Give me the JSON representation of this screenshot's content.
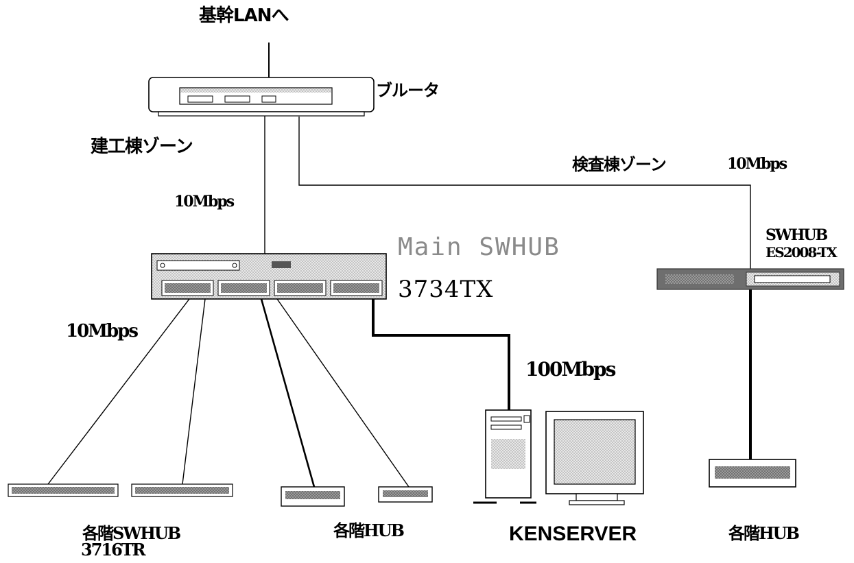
{
  "labels": {
    "backbone": "基幹LANへ",
    "router": "ブルータ",
    "zone_kenko": "建工棟ゾーン",
    "zone_kensa": "検査棟ゾーン",
    "speed_router_main": "10Mbps",
    "speed_router_right": "10Mbps",
    "speed_main_floor": "10Mbps",
    "speed_server": "100Mbps",
    "main_swhub_name": "Main SWHUB",
    "main_swhub_model": "3734TX",
    "right_swhub_name": "SWHUB",
    "right_swhub_model": "ES2008-TX",
    "floor_swhub_name": "各階SWHUB",
    "floor_swhub_model": "3716TR",
    "floor_hub_center": "各階HUB",
    "floor_hub_right": "各階HUB",
    "server": "KENSERVER"
  },
  "colors": {
    "line": "#000000",
    "device_fill": "#ffffff",
    "switch_dark": "#6e6e6e",
    "screen_gray": "#bdbdbd",
    "main_label_gray": "#8a8a8a"
  }
}
